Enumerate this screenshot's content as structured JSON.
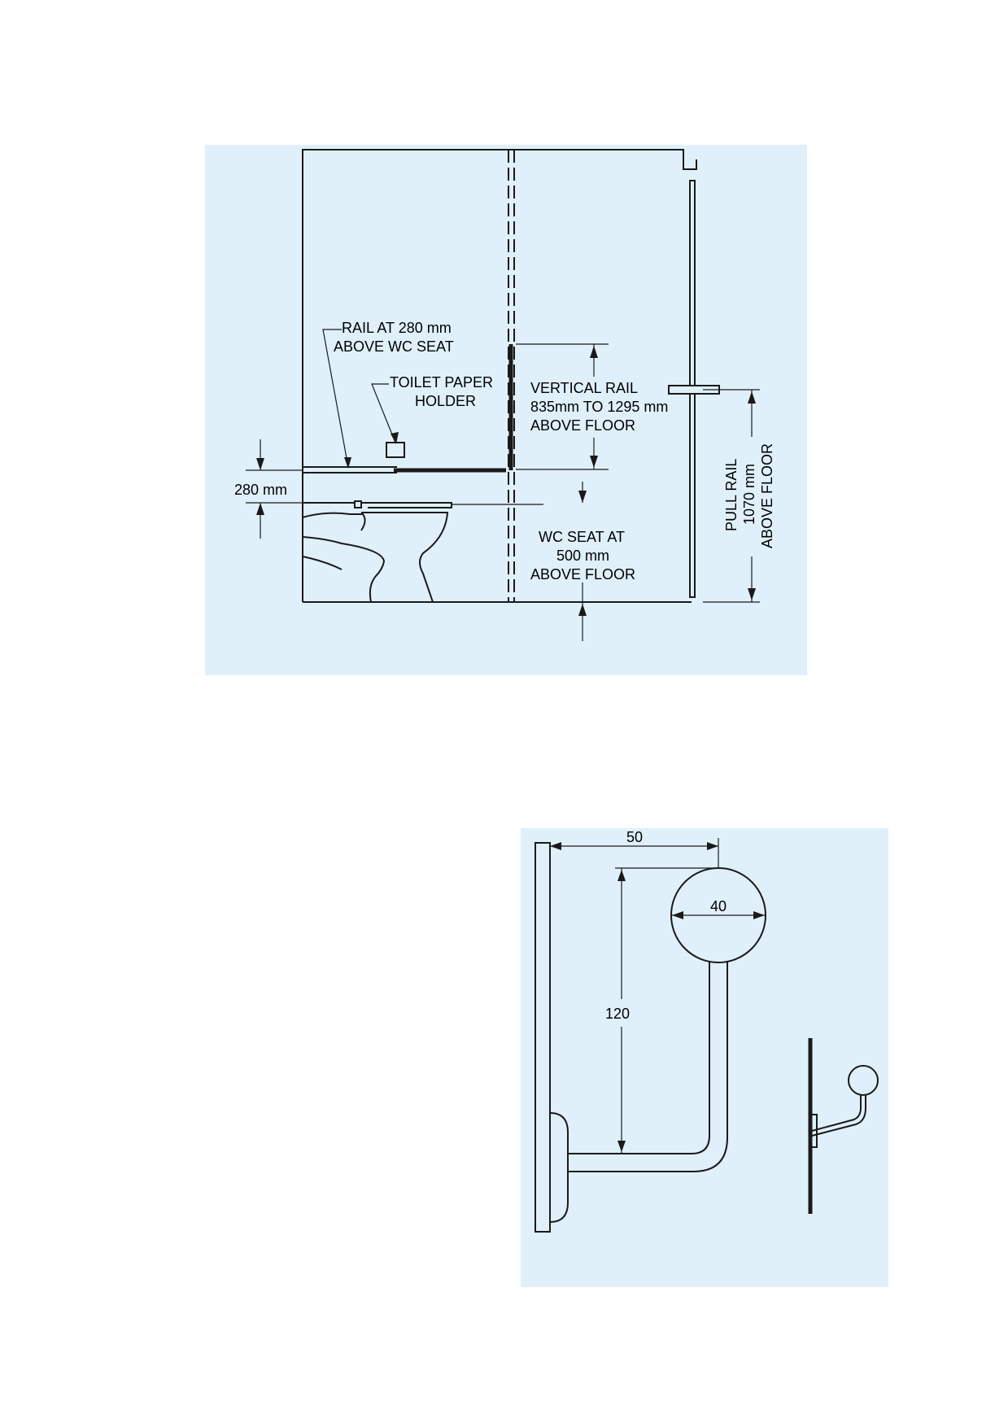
{
  "wc_elevation": {
    "rail_label_line1": "RAIL AT 280 mm",
    "rail_label_line2": "ABOVE WC SEAT",
    "paper_holder_line1": "TOILET PAPER",
    "paper_holder_line2": "HOLDER",
    "vertical_rail_line1": "VERTICAL RAIL",
    "vertical_rail_line2": "835mm TO 1295 mm",
    "vertical_rail_line3": "ABOVE FLOOR",
    "dim_280": "280 mm",
    "wc_seat_line1": "WC SEAT AT",
    "wc_seat_line2": "500 mm",
    "wc_seat_line3": "ABOVE FLOOR",
    "pull_rail_line1": "PULL RAIL",
    "pull_rail_line2": "1070 mm",
    "pull_rail_line3": "ABOVE FLOOR"
  },
  "rail_detail": {
    "dim_projection": "50",
    "dim_diameter": "40",
    "dim_height": "120"
  },
  "colors": {
    "panel_background": "#dff0fb",
    "line": "#1a1a1a",
    "page_background": "#ffffff"
  }
}
